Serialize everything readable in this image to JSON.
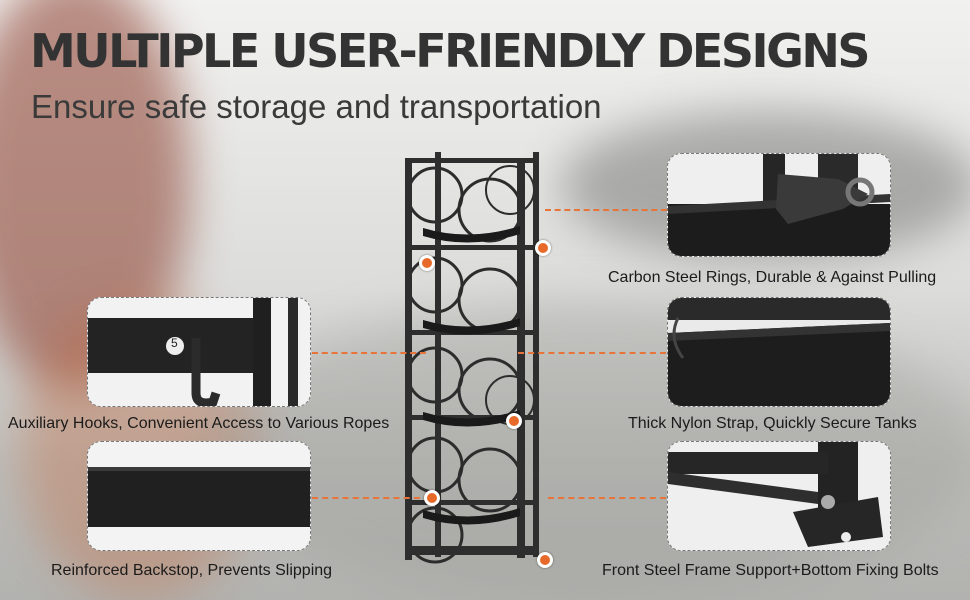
{
  "headline": "MULTIPLE USER-FRIENDLY DESIGNS",
  "subheadline": "Ensure safe storage and transportation",
  "features": {
    "rings": "Carbon Steel Rings, Durable & Against Pulling",
    "hooks": "Auxiliary Hooks, Convenient Access to Various Ropes",
    "strap": "Thick Nylon Strap, Quickly Secure Tanks",
    "backstop": "Reinforced Backstop, Prevents Slipping",
    "bolts": "Front Steel Frame Support+Bottom Fixing Bolts"
  },
  "hook_number": "5",
  "accent_color": "#e86a2b"
}
